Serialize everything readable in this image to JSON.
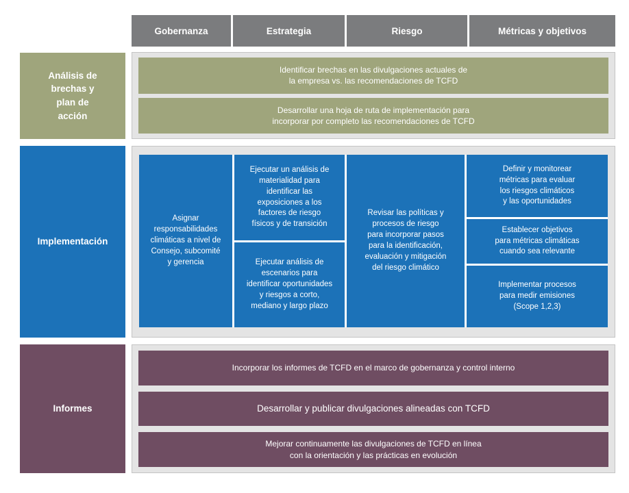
{
  "palette": {
    "header_gray": "#7B7C7E",
    "olive": "#9FA57C",
    "blue": "#1C72B8",
    "plum": "#6F4D62",
    "tray_background": "#E4E4E4",
    "tray_border": "#C4C4C4",
    "text_on_color": "#FFFFFF"
  },
  "header": {
    "columns": [
      "Gobernanza",
      "Estrategia",
      "Riesgo",
      "Métricas y objetivos"
    ]
  },
  "rows": [
    {
      "label": "Análisis de\nbrechas y\nplan de\nacción",
      "items": [
        "Identificar brechas en las divulgaciones actuales de\nla empresa vs. las recomendaciones de TCFD",
        "Desarrollar una hoja de ruta de implementación para\nincorporar por completo las recomendaciones de TCFD"
      ]
    },
    {
      "label": "Implementación",
      "columns": [
        {
          "cells": [
            "Asignar\nresponsabilidades\nclimáticas a nivel de\nConsejo, subcomité\ny gerencia"
          ]
        },
        {
          "cells": [
            "Ejecutar un análisis de\nmaterialidad para\nidentificar las\nexposiciones a los\nfactores de riesgo\nfísicos y de transición",
            "Ejecutar análisis de\nescenarios para\nidentificar oportunidades\ny riesgos a corto,\nmediano y largo plazo"
          ]
        },
        {
          "cells": [
            "Revisar las políticas y\nprocesos de riesgo\npara incorporar pasos\npara la identificación,\nevaluación y mitigación\ndel riesgo climático"
          ]
        },
        {
          "cells": [
            "Definir y monitorear\nmétricas para evaluar\nlos riesgos climáticos\ny las oportunidades",
            "Establecer objetivos\npara métricas climáticas\ncuando sea relevante",
            "Implementar procesos\npara medir emisiones\n(Scope 1,2,3)"
          ]
        }
      ]
    },
    {
      "label": "Informes",
      "items": [
        "Incorporar los informes de TCFD en el marco de gobernanza y control interno",
        "Desarrollar y publicar divulgaciones alineadas con TCFD",
        "Mejorar continuamente las divulgaciones de TCFD en línea\ncon la orientación y las prácticas en evolución"
      ]
    }
  ]
}
